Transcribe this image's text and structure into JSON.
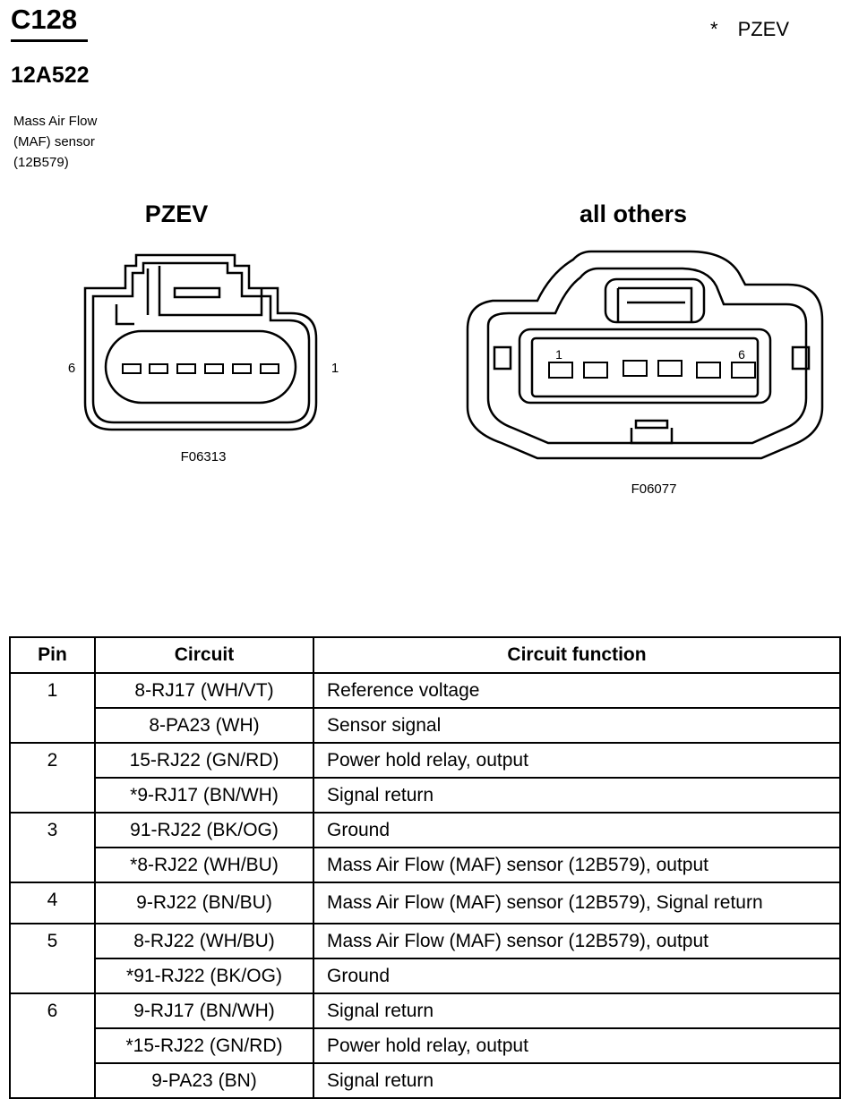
{
  "header": {
    "connector_id": "C128",
    "part_number": "12A522",
    "description_lines": [
      "Mass Air Flow",
      "(MAF) sensor",
      "(12B579)"
    ],
    "legend_symbol": "*",
    "legend_text": "PZEV"
  },
  "diagrams": {
    "left": {
      "title": "PZEV",
      "pin_left": "6",
      "pin_right": "1",
      "code": "F06313"
    },
    "right": {
      "title": "all others",
      "pin_left": "1",
      "pin_right": "6",
      "code": "F06077"
    }
  },
  "table": {
    "headers": [
      "Pin",
      "Circuit",
      "Circuit function"
    ],
    "groups": [
      {
        "pin": "1",
        "rows": [
          {
            "circuit": "8-RJ17  (WH/VT)",
            "function": "Reference voltage"
          },
          {
            "circuit": "8-PA23  (WH)",
            "function": "Sensor signal"
          }
        ]
      },
      {
        "pin": "2",
        "rows": [
          {
            "circuit": "15-RJ22 (GN/RD)",
            "function": "Power hold relay, output"
          },
          {
            "circuit": "*9-RJ17 (BN/WH)",
            "function": "Signal return"
          }
        ]
      },
      {
        "pin": "3",
        "rows": [
          {
            "circuit": "91-RJ22 (BK/OG)",
            "function": "Ground"
          },
          {
            "circuit": "*8-RJ22 (WH/BU)",
            "function": "Mass Air Flow (MAF) sensor (12B579), output"
          }
        ]
      },
      {
        "pin": "4",
        "rows": [
          {
            "circuit": "9-RJ22 (BN/BU)",
            "function": "Mass Air Flow (MAF) sensor (12B579), Signal return"
          }
        ]
      },
      {
        "pin": "5",
        "rows": [
          {
            "circuit": "8-RJ22 (WH/BU)",
            "function": "Mass Air Flow (MAF) sensor (12B579), output"
          },
          {
            "circuit": "*91-RJ22 (BK/OG)",
            "function": "Ground"
          }
        ]
      },
      {
        "pin": "6",
        "rows": [
          {
            "circuit": "9-RJ17 (BN/WH)",
            "function": "Signal return"
          },
          {
            "circuit": "*15-RJ22 (GN/RD)",
            "function": "Power hold relay, output"
          },
          {
            "circuit": "9-PA23 (BN)",
            "function": "Signal return"
          }
        ]
      }
    ]
  }
}
